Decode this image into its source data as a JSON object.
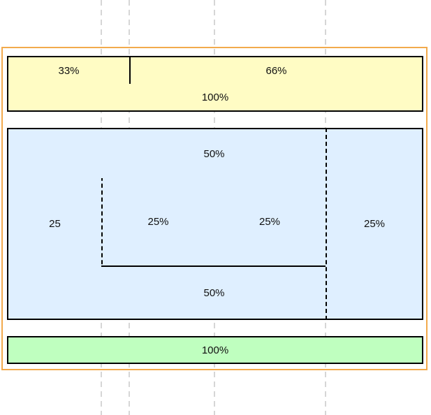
{
  "row1": {
    "left_label": "33%",
    "right_label": "66%"
  },
  "row2": {
    "label": "100%"
  },
  "grid": {
    "left_label": "25",
    "top_center_label": "50%",
    "middle_left_label": "25%",
    "middle_right_label": "25%",
    "right_label": "25%",
    "bottom_center_label": "50%"
  },
  "footer": {
    "label": "100%"
  },
  "colors": {
    "frame": "#f2aa4c",
    "yellow_fill": "#fffcc4",
    "blue_fill": "#dfefff",
    "green_fill": "#bfffbf",
    "guide": "#d6d6d6"
  }
}
